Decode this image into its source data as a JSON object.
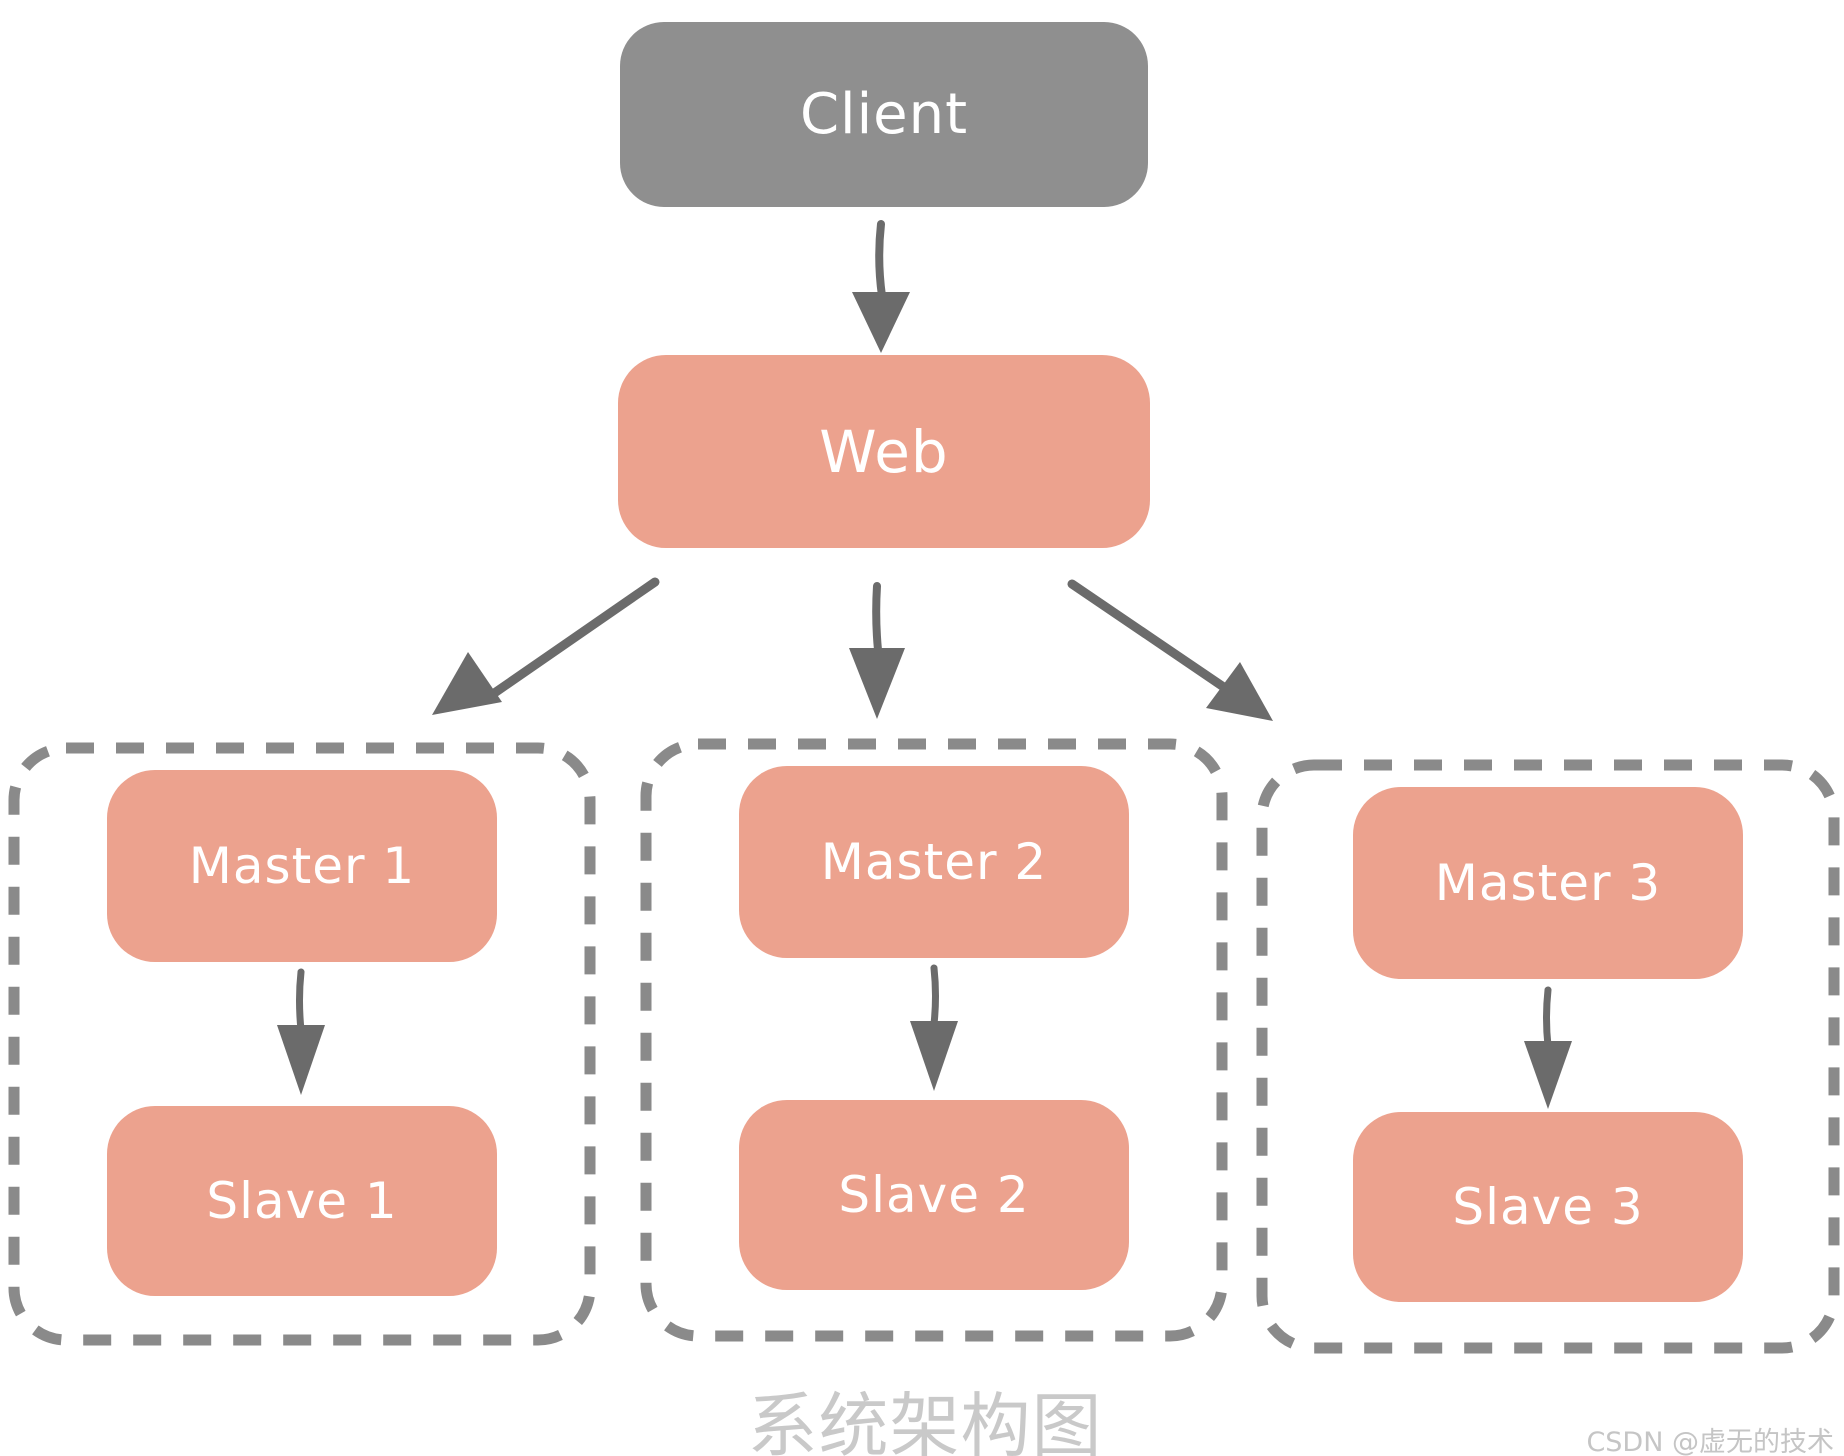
{
  "diagram": {
    "caption": "系统架构图",
    "watermark": "CSDN @虚无的技术",
    "colors": {
      "background": "#ffffff",
      "client_fill": "#8f8f8f",
      "node_fill": "#eca28e",
      "node_text": "#ffffff",
      "arrow": "#6b6b6b",
      "group_border": "#8a8a8a",
      "caption_text": "#c9c9c9",
      "watermark_text": "#c5c5c5"
    },
    "nodes": {
      "client": {
        "label": "Client"
      },
      "web": {
        "label": "Web"
      },
      "master1": {
        "label": "Master 1"
      },
      "slave1": {
        "label": "Slave 1"
      },
      "master2": {
        "label": "Master 2"
      },
      "slave2": {
        "label": "Slave 2"
      },
      "master3": {
        "label": "Master 3"
      },
      "slave3": {
        "label": "Slave 3"
      }
    },
    "groups": [
      {
        "name": "group-1",
        "contains": [
          "Master 1",
          "Slave 1"
        ]
      },
      {
        "name": "group-2",
        "contains": [
          "Master 2",
          "Slave 2"
        ]
      },
      {
        "name": "group-3",
        "contains": [
          "Master 3",
          "Slave 3"
        ]
      }
    ],
    "edges": [
      {
        "from": "Client",
        "to": "Web"
      },
      {
        "from": "Web",
        "to": "Master 1"
      },
      {
        "from": "Web",
        "to": "Master 2"
      },
      {
        "from": "Web",
        "to": "Master 3"
      },
      {
        "from": "Master 1",
        "to": "Slave 1"
      },
      {
        "from": "Master 2",
        "to": "Slave 2"
      },
      {
        "from": "Master 3",
        "to": "Slave 3"
      }
    ]
  }
}
